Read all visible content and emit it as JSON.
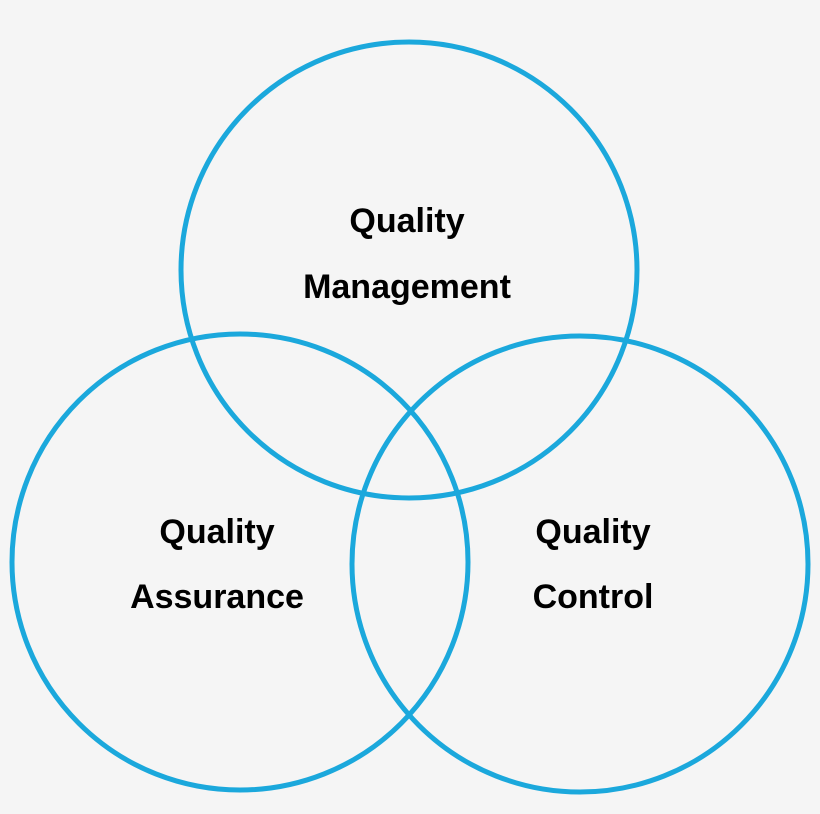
{
  "diagram": {
    "type": "venn",
    "circle_color": "#1ba8dc",
    "background_color": "#f5f5f5",
    "sets": [
      {
        "id": "quality-management",
        "label_line1": "Quality",
        "label_line2": "Management"
      },
      {
        "id": "quality-assurance",
        "label_line1": "Quality",
        "label_line2": "Assurance"
      },
      {
        "id": "quality-control",
        "label_line1": "Quality",
        "label_line2": "Control"
      }
    ]
  }
}
